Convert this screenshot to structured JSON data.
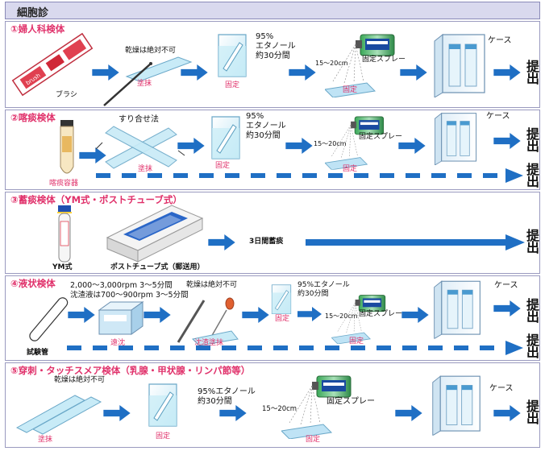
{
  "page_title": "細胞診",
  "colors": {
    "arrow": "#1f6fc4",
    "accent": "#e0306a",
    "panel_border": "#9a9abf",
    "title_bg": "#d9d9ee"
  },
  "sections": [
    {
      "title": "①婦人科検体",
      "labels": {
        "brush": "ブラシ",
        "no_dry": "乾燥は絶対不可",
        "smear": "塗抹",
        "fix1": "固定",
        "ethanol_1": "95%",
        "ethanol_2": "エタノール",
        "ethanol_3": "約30分間",
        "distance": "15～20cm",
        "spray": "固定スプレー",
        "fix2": "固定",
        "case": "ケース",
        "submit": "提出"
      }
    },
    {
      "title": "②喀痰検体",
      "labels": {
        "container": "喀痰容器",
        "method": "すり合せ法",
        "smear": "塗抹",
        "fix1": "固定",
        "ethanol_1": "95%",
        "ethanol_2": "エタノール",
        "ethanol_3": "約30分間",
        "distance": "15～20cm",
        "spray": "固定スプレー",
        "fix2": "固定",
        "case": "ケース",
        "submit": "提出",
        "submit2": "提出"
      }
    },
    {
      "title": "③蓄痰検体（YM式・ポストチューブ式）",
      "labels": {
        "ym": "YM式",
        "post": "ポストチューブ式（郵送用）",
        "days": "3日間蓄痰",
        "submit": "提出"
      }
    },
    {
      "title": "④液状検体",
      "labels": {
        "rpm1": "2,000～3,000rpm 3～5分間",
        "rpm2": "沈渣液は700～900rpm 3～5分間",
        "no_dry": "乾燥は絶対不可",
        "centrifuge": "遠沈",
        "tube": "試験管",
        "sediment_smear": "沈渣塗抹",
        "ethanol_1": "95%エタノール",
        "ethanol_2": "約30分間",
        "fix1": "固定",
        "distance": "15～20cm",
        "spray": "固定スプレー",
        "fix2": "固定",
        "case": "ケース",
        "submit": "提出",
        "submit2": "提出"
      }
    },
    {
      "title": "⑤穿刺・タッチスメア検体（乳腺・甲状腺・リンパ節等）",
      "labels": {
        "no_dry": "乾燥は絶対不可",
        "smear": "塗抹",
        "fix1": "固定",
        "ethanol_1": "95%エタノール",
        "ethanol_2": "約30分間",
        "distance": "15～20cm",
        "spray": "固定スプレー",
        "fix2": "固定",
        "case": "ケース",
        "submit": "提出"
      }
    }
  ],
  "icons": [
    "brush-icon",
    "slide-icon",
    "ethanol-jar-icon",
    "spray-can-icon",
    "case-icon",
    "sputum-container-icon",
    "ym-tube-icon",
    "post-tube-box-icon",
    "test-tube-icon",
    "centrifuge-icon",
    "pipette-icon"
  ]
}
